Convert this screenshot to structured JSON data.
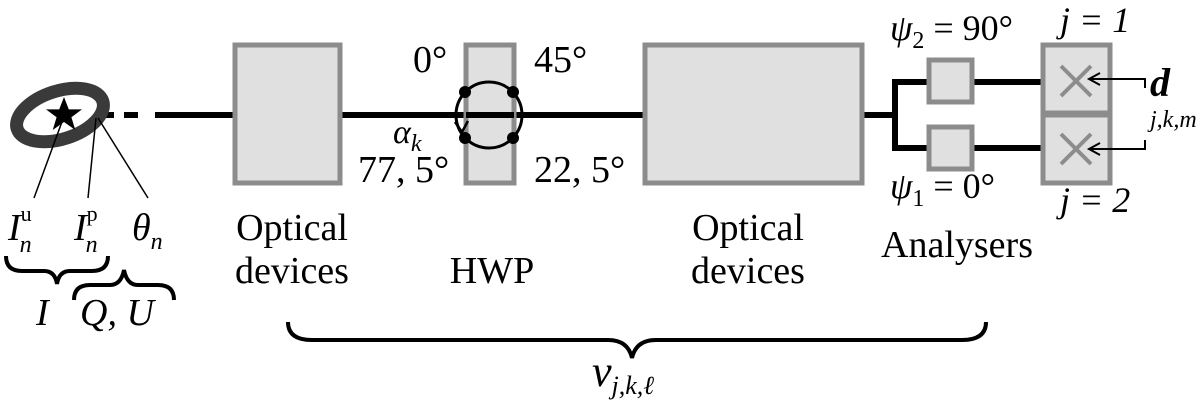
{
  "source": {
    "intensity_unpolarized": "I",
    "intensity_unpolarized_sup": "u",
    "intensity_unpolarized_sub": "n",
    "intensity_polarized": "I",
    "intensity_polarized_sup": "p",
    "intensity_polarized_sub": "n",
    "angle": "θ",
    "angle_sub": "n",
    "stokes_I": "I",
    "stokes_QU": "Q, U"
  },
  "blocks": {
    "optics1_line1": "Optical",
    "optics1_line2": "devices",
    "hwp_label": "HWP",
    "optics2_line1": "Optical",
    "optics2_line2": "devices",
    "analysers_label": "Analysers"
  },
  "hwp_angles": {
    "a0": "0°",
    "a45": "45°",
    "a77": "77, 5°",
    "a22": "22, 5°",
    "alpha": "α",
    "alpha_sub": "k"
  },
  "analysers": {
    "psi2": "ψ",
    "psi2_sub": "2",
    "psi2_val": " = 90°",
    "psi1": "ψ",
    "psi1_sub": "1",
    "psi1_val": " = 0°"
  },
  "detectors": {
    "j1": "j = 1",
    "j2": "j = 2",
    "d": "d",
    "d_sub": "j,k,m"
  },
  "nu": {
    "symbol": "ν",
    "sub": "j,k,ℓ"
  },
  "colors": {
    "box_fill": "#e0e0e0",
    "box_stroke": "#8c8c8c",
    "line": "#000000",
    "ring": "#3a3a3a"
  }
}
